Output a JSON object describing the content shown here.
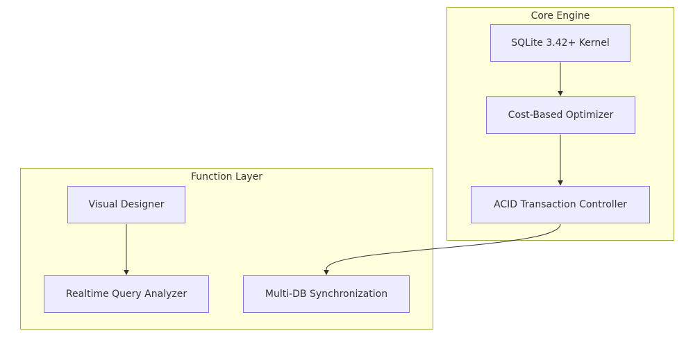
{
  "clusters": {
    "core_engine": {
      "title": "Core Engine"
    },
    "function_layer": {
      "title": "Function Layer"
    }
  },
  "nodes": {
    "sqlite_kernel": "SQLite 3.42+ Kernel",
    "cost_optimizer": "Cost-Based Optimizer",
    "acid_controller": "ACID Transaction Controller",
    "visual_designer": "Visual Designer",
    "query_analyzer": "Realtime Query Analyzer",
    "multi_db_sync": "Multi-DB Synchronization"
  },
  "edges": [
    {
      "from": "SQLite 3.42+ Kernel",
      "to": "Cost-Based Optimizer"
    },
    {
      "from": "Cost-Based Optimizer",
      "to": "ACID Transaction Controller"
    },
    {
      "from": "Visual Designer",
      "to": "Realtime Query Analyzer"
    },
    {
      "from": "ACID Transaction Controller",
      "to": "Multi-DB Synchronization"
    }
  ],
  "colors": {
    "cluster_fill": "#ffffde",
    "cluster_border": "#aaaa33",
    "node_fill": "#ececff",
    "node_border": "#9370db",
    "edge": "#333333"
  }
}
